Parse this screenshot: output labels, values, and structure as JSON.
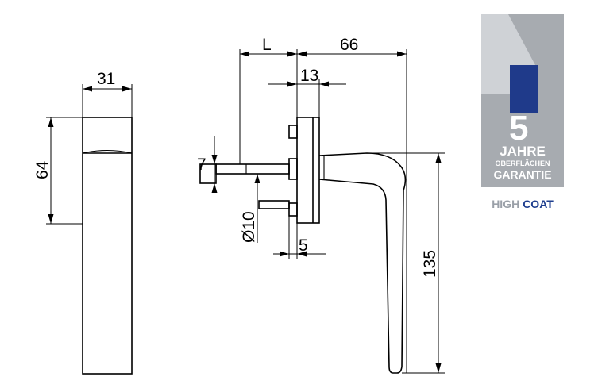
{
  "dimensions": {
    "width_31": "31",
    "height_64": "64",
    "l": "L",
    "len_66": "66",
    "len_13": "13",
    "spindle_7": "7",
    "dia_10": "Ø10",
    "len_5": "5",
    "height_135": "135"
  },
  "badge": {
    "number": "5",
    "line1": "JAHRE",
    "line2": "OBERFLÄCHEN",
    "line3": "GARANTIE",
    "brand_high": "HIGH",
    "brand_coat": "COAT",
    "colors": {
      "grey": "#a7abb0",
      "light": "#cfd2d6",
      "navy": "#1f3a8a",
      "high_text": "#9aa0a8",
      "coat_text": "#1f3f8f"
    }
  }
}
